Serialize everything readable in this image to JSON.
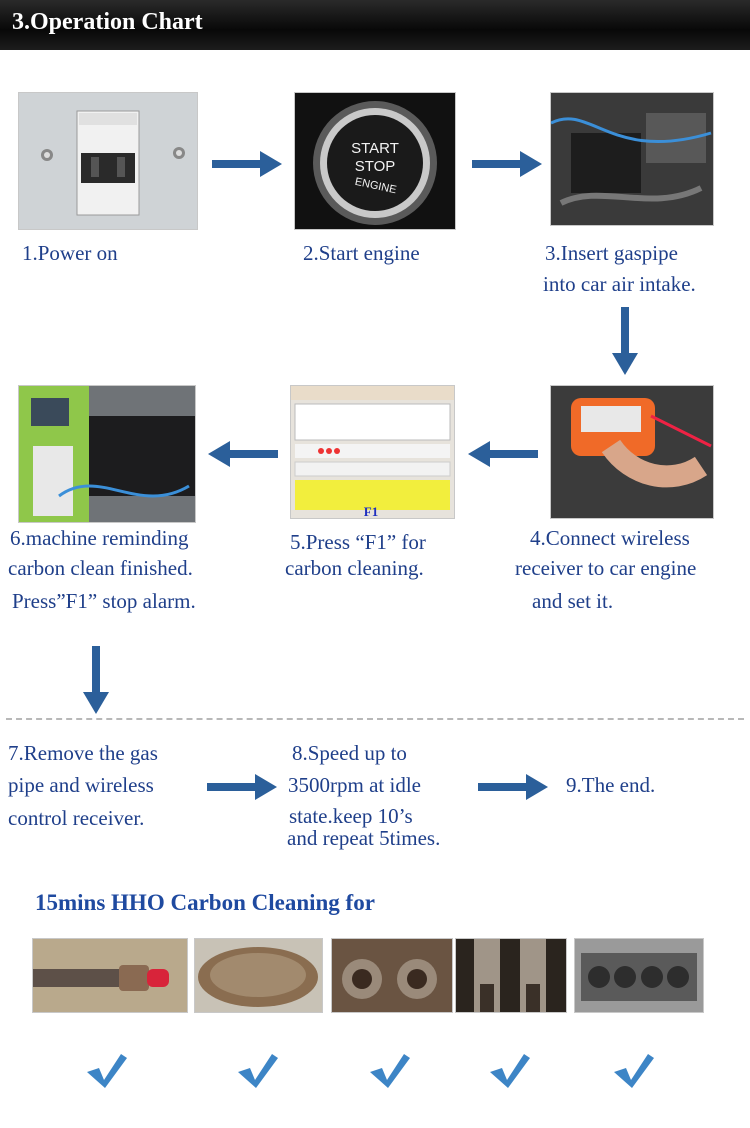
{
  "header": {
    "title": "3.Operation Chart"
  },
  "steps": {
    "s1": "1.Power on",
    "s2": "2.Start engine",
    "s3_l1": "3.Insert gaspipe",
    "s3_l2": "into car air intake.",
    "s4_l1": "4.Connect wireless",
    "s4_l2": "receiver to car engine",
    "s4_l3": "and set it.",
    "s5_l1": "5.Press “F1” for",
    "s5_l2": "carbon cleaning.",
    "s6_l1": "6.machine reminding",
    "s6_l2": "carbon clean finished.",
    "s6_l3": "Press”F1” stop alarm.",
    "s7_l1": "7.Remove the gas",
    "s7_l2": "pipe and wireless",
    "s7_l3": "control receiver.",
    "s8_l1": "8.Speed up to",
    "s8_l2": "3500rpm at idle",
    "s8_l3": "state.keep 10’s",
    "s8_l4": "and repeat 5times.",
    "s9": "9.The end."
  },
  "button_photo": {
    "line1": "START",
    "line2": "STOP",
    "line3": "ENGINE"
  },
  "screen_photo": {
    "f1_label": "F1"
  },
  "cleaning": {
    "title": "15mins HHO Carbon Cleaning for"
  },
  "colors": {
    "text": "#1f3f8a",
    "arrow": "#2b5f9a",
    "check": "#3d85c6",
    "header_bg": "#111111"
  }
}
